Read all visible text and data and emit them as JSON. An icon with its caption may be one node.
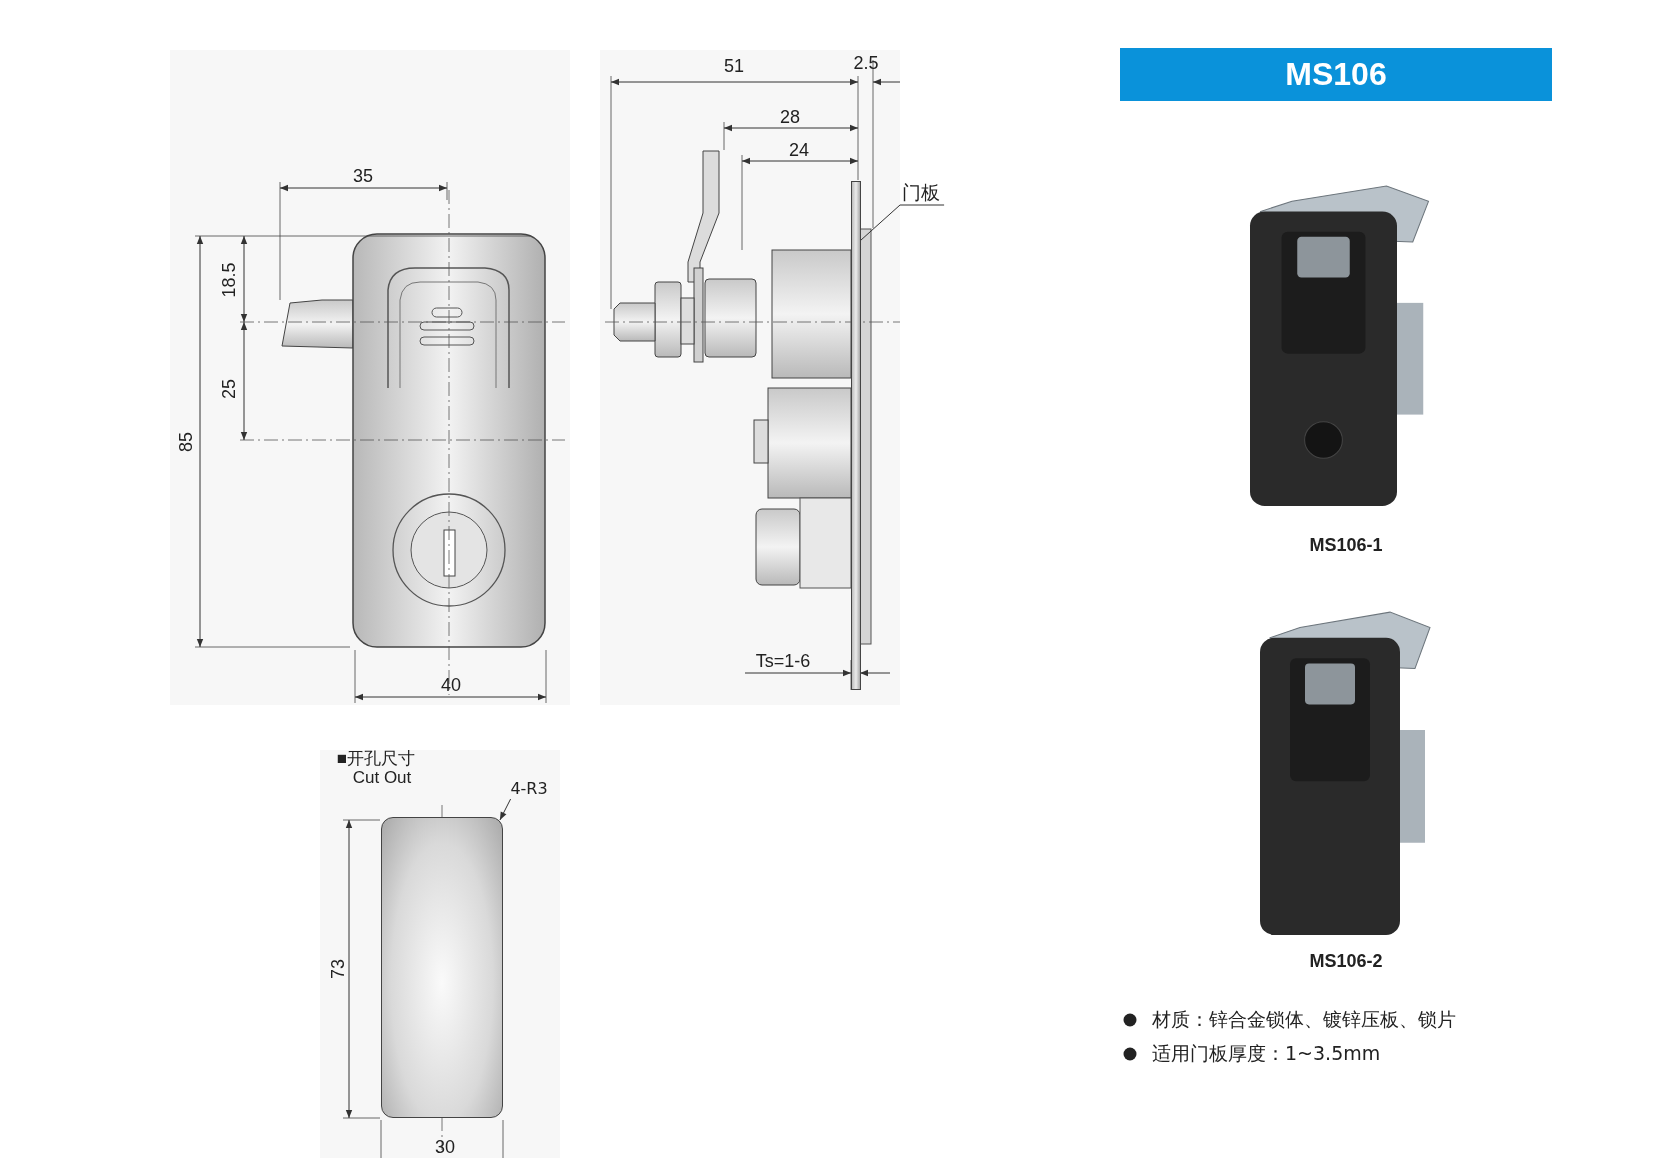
{
  "diagram": {
    "nodes": [
      {
        "text": [
          "MS106"
        ]
      },
      {
        "text": [
          "门板"
        ]
      },
      {
        "text": [],
        "shape": "bar"
      },
      {
        "text": [
          "4-R3"
        ]
      },
      {
        "text": [],
        "shape": "box"
      },
      {
        "text": [],
        "shape": "picture",
        "beside": [
          "MS106-1"
        ]
      },
      {
        "text": [],
        "shape": "picture",
        "beside": [
          "MS106-2"
        ]
      }
    ],
    "edges": [
      {
        "from": 1,
        "to": 2,
        "arrow": "none"
      },
      {
        "from": 3,
        "to": 4,
        "arrow": "to"
      }
    ],
    "labels": [
      "51",
      "2.5",
      "28",
      "24",
      "35",
      "18.5",
      "85",
      "25",
      "40",
      "Ts=1-6",
      "■开孔尺寸",
      "Cut Out",
      "73",
      "30",
      "材质：锌合金锁体、镀锌压板、锁片",
      "适用门板厚度：1~3.5mm"
    ]
  }
}
